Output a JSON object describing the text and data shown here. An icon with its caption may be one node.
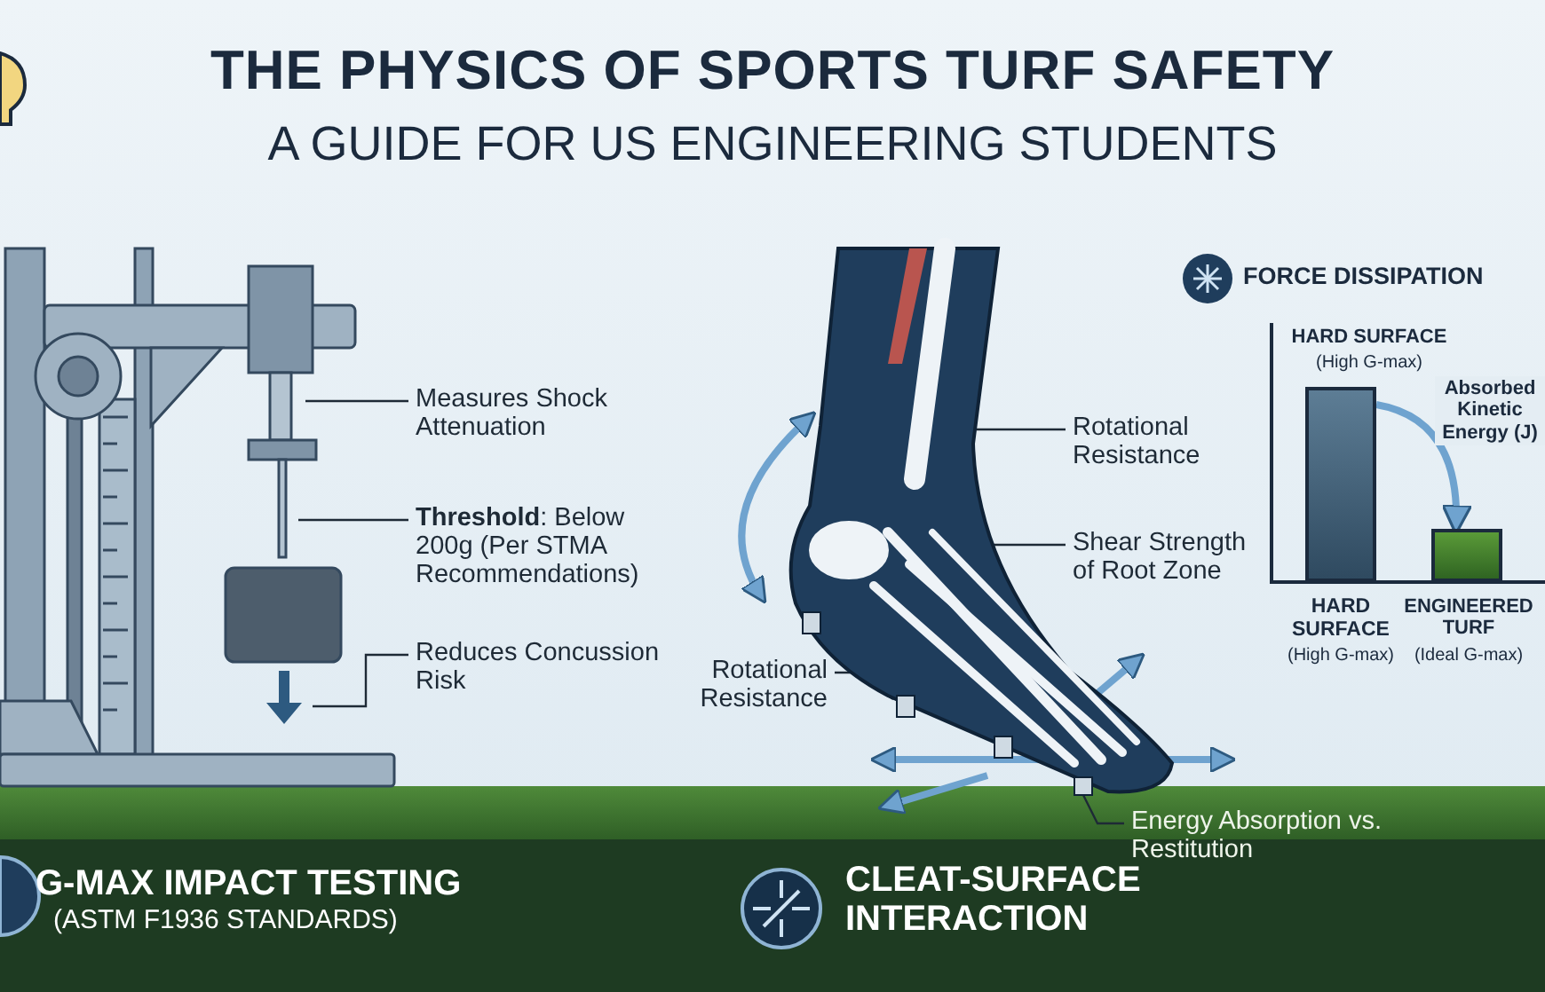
{
  "diagram": {
    "title": "THE PHYSICS OF SPORTS TURF SAFETY",
    "nodes": [
      {
        "text": [
          "Measures Shock Attenuation"
        ]
      },
      {
        "text": [
          "**Threshold**: Below 200g (Per STMA Recommendations)"
        ]
      },
      {
        "text": [
          "Reduces Concussion Risk"
        ]
      },
      {
        "text": [
          "Rotational Resistance"
        ]
      },
      {
        "text": [
          "Shear Strength of Root Zone"
        ]
      },
      {
        "text": [],
        "shape": "bar"
      },
      {
        "text": [],
        "shape": "bar"
      },
      {
        "text": [
          "Rotational Resistance"
        ]
      },
      {
        "text": [
          "Energy Absorption vs. Restitution"
        ]
      },
      {
        "text": [],
        "shape": "picture"
      },
      {
        "text": [],
        "shape": "picture"
      }
    ],
    "edges": [
      {
        "from": 0,
        "to": 9,
        "arrow": "none"
      },
      {
        "from": 1,
        "to": 9,
        "arrow": "none"
      },
      {
        "from": 2,
        "to": 9,
        "arrow": "none"
      },
      {
        "from": 3,
        "to": 10,
        "arrow": "none"
      },
      {
        "from": 4,
        "to": 10,
        "arrow": "none"
      },
      {
        "from": 5,
        "to": 6,
        "arrow": "to",
        "label": "Absorbed Kinetic Energy (J)",
        "style": "thick",
        "color": "#6fa3cf"
      },
      {
        "from": 7,
        "to": 10,
        "arrow": "none"
      },
      {
        "from": 8,
        "to": 10,
        "arrow": "none"
      }
    ],
    "labels": [
      "A GUIDE FOR US ENGINEERING STUDENTS",
      "FORCE DISSIPATION",
      "HARD SURFACE",
      "(High G-max)",
      "HARD SURFACE",
      "(High G-max)",
      "ENGINEERED TURF",
      "(Ideal G-max)",
      "G-MAX IMPACT TESTING",
      "(ASTM F1936 STANDARDS)",
      "CLEAT-SURFACE INTERACTION"
    ]
  }
}
